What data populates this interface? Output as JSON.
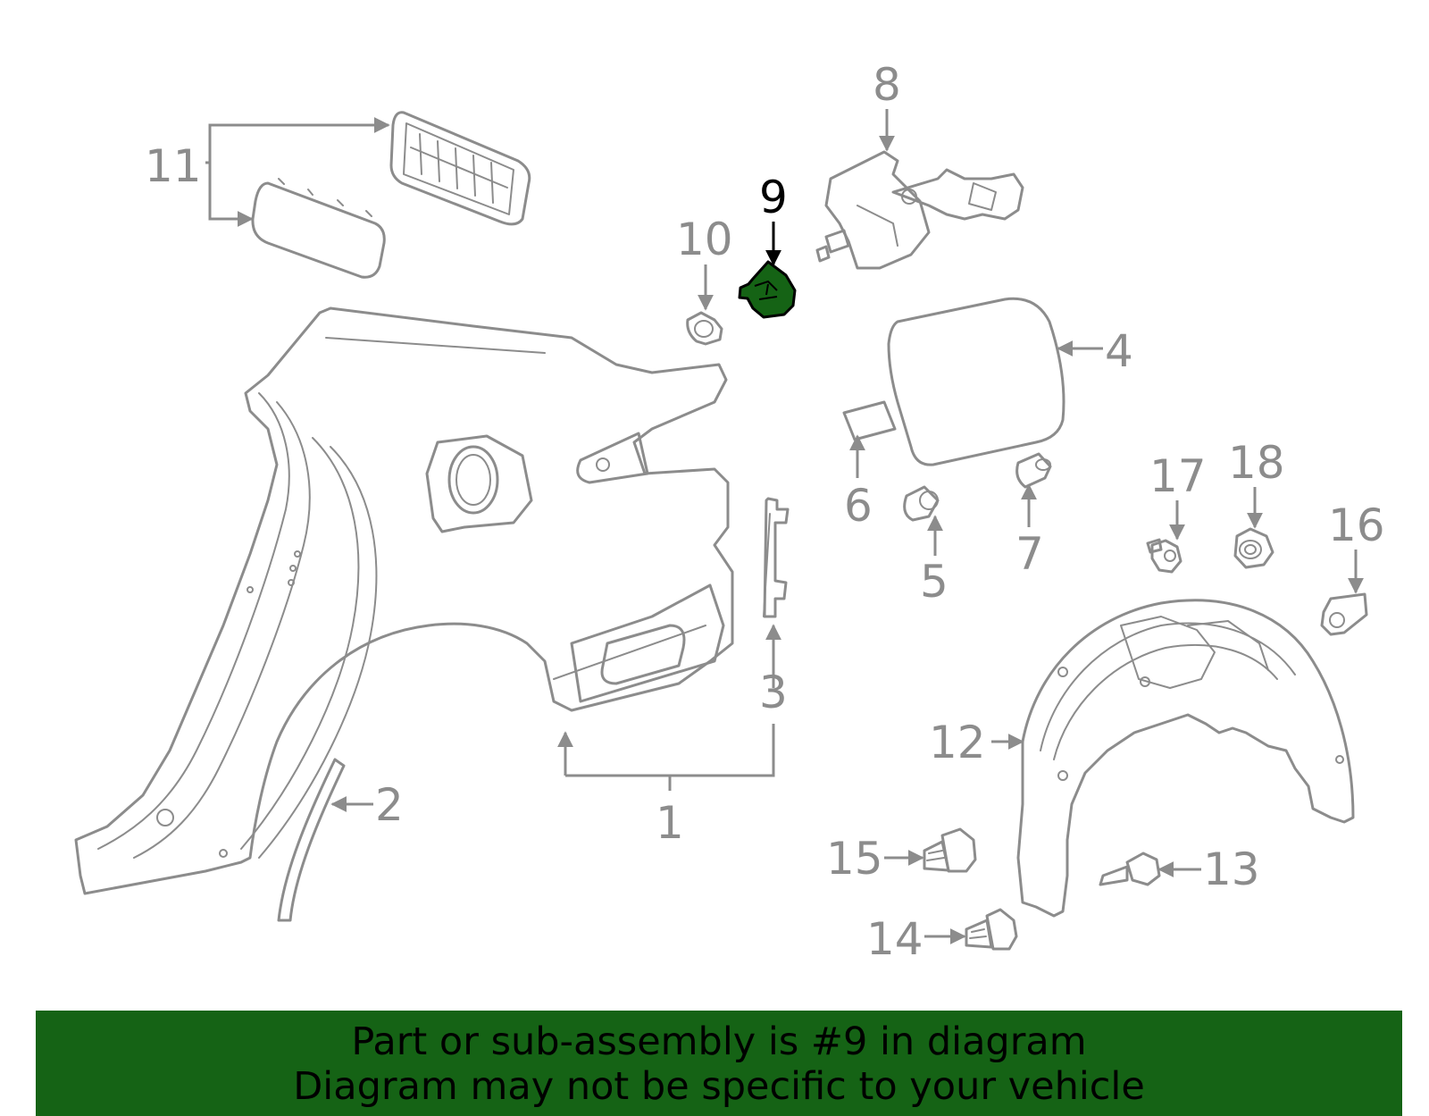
{
  "diagram": {
    "highlighted_part": "9",
    "colors": {
      "outline": "#8c8c8c",
      "highlight_fill": "#156315",
      "banner_bg": "#156315"
    },
    "callouts": [
      {
        "id": "c1",
        "text": "1"
      },
      {
        "id": "c2",
        "text": "2"
      },
      {
        "id": "c3",
        "text": "3"
      },
      {
        "id": "c4",
        "text": "4"
      },
      {
        "id": "c5",
        "text": "5"
      },
      {
        "id": "c6",
        "text": "6"
      },
      {
        "id": "c7",
        "text": "7"
      },
      {
        "id": "c8",
        "text": "8"
      },
      {
        "id": "c9",
        "text": "9"
      },
      {
        "id": "c10",
        "text": "10"
      },
      {
        "id": "c11",
        "text": "11"
      },
      {
        "id": "c12",
        "text": "12"
      },
      {
        "id": "c13",
        "text": "13"
      },
      {
        "id": "c14",
        "text": "14"
      },
      {
        "id": "c15",
        "text": "15"
      },
      {
        "id": "c16",
        "text": "16"
      },
      {
        "id": "c17",
        "text": "17"
      },
      {
        "id": "c18",
        "text": "18"
      }
    ]
  },
  "banner": {
    "line1": "Part or sub-assembly is #9 in diagram",
    "line2": "Diagram may not be specific to your vehicle"
  }
}
